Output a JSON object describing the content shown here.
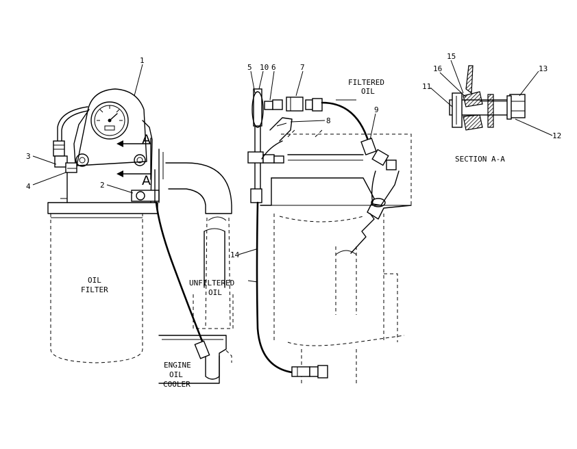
{
  "labels": {
    "oil_filter": [
      "OIL",
      "FILTER"
    ],
    "engine_oil_cooler": [
      "ENGINE",
      "OIL",
      "COOLER"
    ],
    "unfiltered_oil": [
      "UNFILTERED",
      "OIL"
    ],
    "filtered_oil": [
      "FILTERED",
      "OIL"
    ],
    "section_title": "SECTION A-A",
    "section_marker": "A"
  },
  "callouts": {
    "c1": "1",
    "c2": "2",
    "c3": "3",
    "c4": "4",
    "c5": "5",
    "c6": "6",
    "c7": "7",
    "c8": "8",
    "c9": "9",
    "c10": "10",
    "c11": "11",
    "c12": "12",
    "c13": "13",
    "c14": "14",
    "c15": "15",
    "c16": "16"
  }
}
